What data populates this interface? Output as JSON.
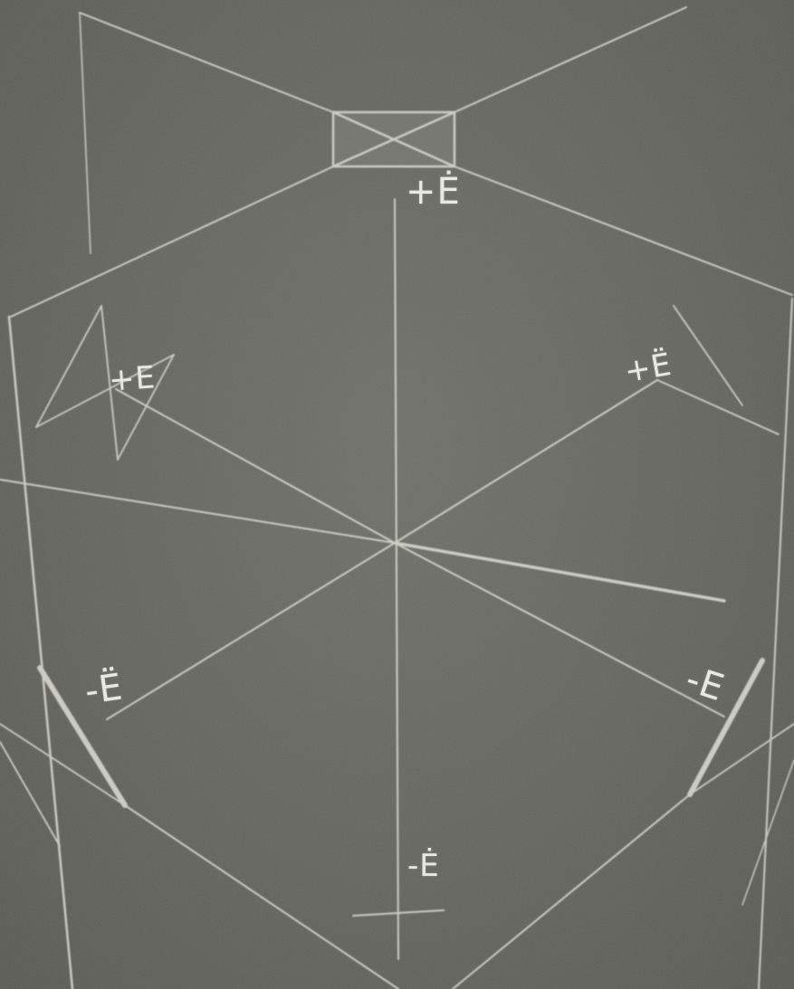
{
  "image": {
    "description_kind": "chalkboard-photo",
    "colors": {
      "board": "#5f605a",
      "chalk": "#e9e9e2"
    }
  },
  "labels": {
    "top": "+Ė",
    "upper_left": "+E",
    "upper_right": "+Ë",
    "lower_left": "-Ë",
    "lower_right": "-E",
    "bottom": "-Ė"
  }
}
